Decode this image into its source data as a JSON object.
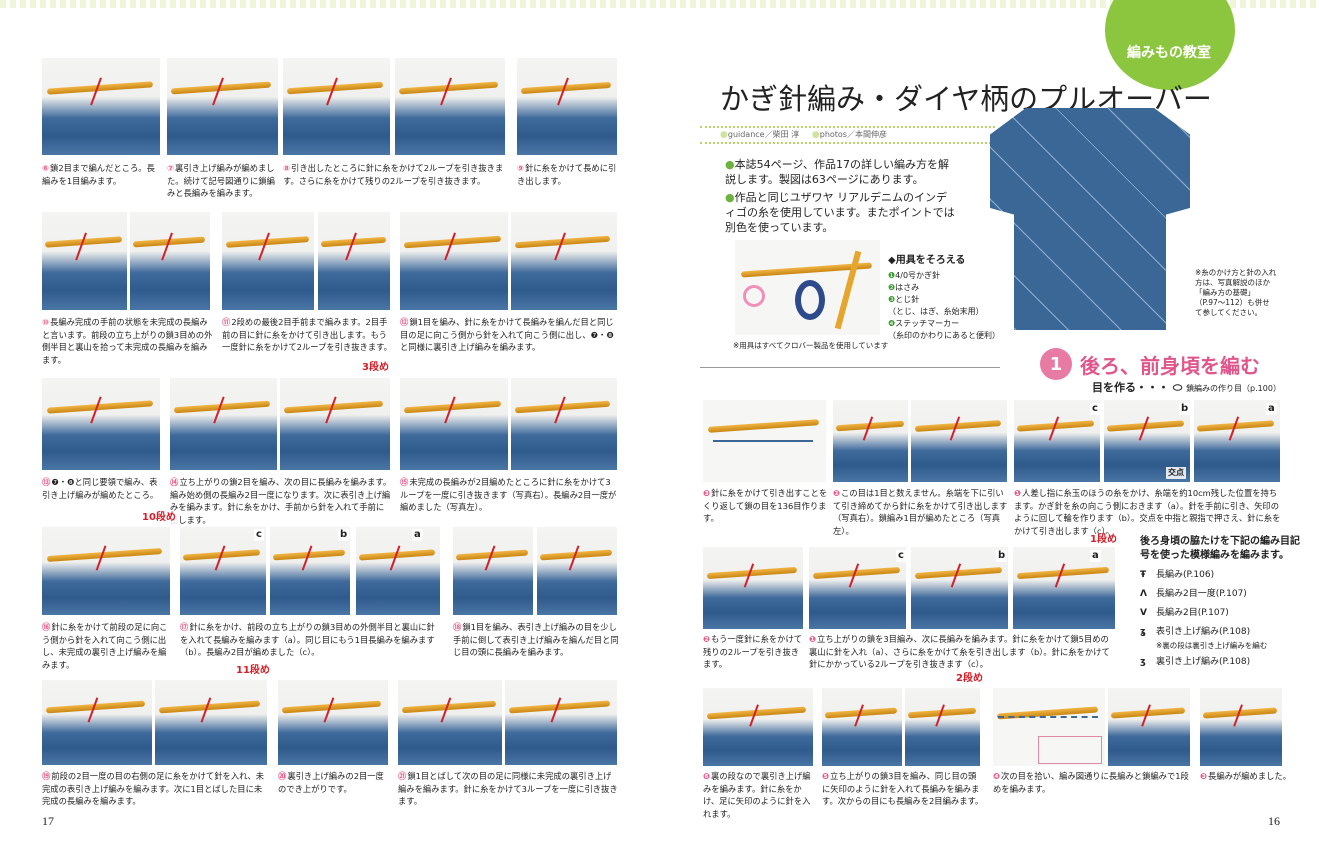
{
  "left_page": {
    "page_number": "17",
    "row_labels": {
      "r3": "3段め",
      "r10": "10段め",
      "r11": "11段め",
      "a": "a",
      "b": "b",
      "c": "c"
    },
    "captions": [
      {
        "n": "⑥",
        "text": "鎖2目まで編んだところ。長編みを1目編みます。"
      },
      {
        "n": "⑦",
        "text": "裏引き上げ編みが編めました。続けて記号図通りに鎖編みと長編みを編みます。"
      },
      {
        "n": "⑧",
        "text": "引き出したところに針に糸をかけて2ループを引き抜きます。さらに糸をかけて残りの2ループを引き抜きます。"
      },
      {
        "n": "⑨",
        "text": "針に糸をかけて長めに引き出します。"
      },
      {
        "n": "⑩",
        "text": "長編み完成の手前の状態を未完成の長編みと言います。前段の立ち上がりの鎖3目めの外側半目と裏山を拾って未完成の長編みを編みます。"
      },
      {
        "n": "⑪",
        "text": "2段めの最後2目手前まで編みます。2目手前の目に針に糸をかけて引き出します。もう一度針に糸をかけて2ループを引き抜きます。"
      },
      {
        "n": "⑫",
        "text": "鎖1目を編み、針に糸をかけて長編みを編んだ目と同じ目の足に向こう側から針を入れて向こう側に出し、❼・❽と同様に裏引き上げ編みを編みます。"
      },
      {
        "n": "⑬",
        "text": "❼・❽と同じ要領で編み、表引き上げ編みが編めたところ。"
      },
      {
        "n": "⑭",
        "text": "立ち上がりの鎖2目を編み、次の目に長編みを編みます。編み始め側の長編み2目一度になります。次に表引き上げ編みを編みます。針に糸をかけ、手前から針を入れて手前に出します。"
      },
      {
        "n": "⑮",
        "text": "未完成の長編みが2目編めたところに針に糸をかけて3ループを一度に引き抜きます（写真右）。長編み2目一度が編めました（写真左）。"
      },
      {
        "n": "⑯",
        "text": "針に糸をかけて前段の足に向こう側から針を入れて向こう側に出し、未完成の裏引き上げ編みを編みます。"
      },
      {
        "n": "⑰",
        "text": "針に糸をかけ、前段の立ち上がりの鎖3目めの外側半目と裏山に針を入れて長編みを編みます（a）。同じ目にもう1目長編みを編みます（b）。長編み2目が編めました（c）。"
      },
      {
        "n": "⑱",
        "text": "鎖1目を編み、表引き上げ編みの目を少し手前に倒して表引き上げ編みを編んだ目と同じ目の頭に長編みを編みます。"
      },
      {
        "n": "⑲",
        "text": "前段の2目一度の目の右側の足に糸をかけて針を入れ、未完成の表引き上げ編みを編みます。次に1目とばした目に未完成の長編みを編みます。"
      },
      {
        "n": "⑳",
        "text": "裏引き上げ編みの2目一度のでき上がりです。"
      },
      {
        "n": "㉑",
        "text": "鎖1目とばして次の目の足に同様に未完成の裏引き上げ編みを編みます。針に糸をかけて3ループを一度に引き抜きます。"
      }
    ]
  },
  "right_page": {
    "page_number": "16",
    "tab": "編みもの教室",
    "title": "かぎ針編み・ダイヤ柄のプルオーバー",
    "credits": {
      "guidance": "guidance／柴田 淳",
      "photos": "photos／本間伸彦"
    },
    "bullets": [
      "本誌54ページ、作品17の詳しい編み方を解説します。製図は63ページにあります。",
      "作品と同じユザワヤ リアルデニムのインディゴの糸を使用しています。またポイントでは別色を使っています。"
    ],
    "tools": {
      "heading": "◆用具をそろえる",
      "items": [
        {
          "n": "❶",
          "text": "4/0号かぎ針"
        },
        {
          "n": "❷",
          "text": "はさみ"
        },
        {
          "n": "❸",
          "text": "とじ針",
          "sub": "（とじ、はぎ、糸始末用）"
        },
        {
          "n": "❹",
          "text": "ステッチマーカー",
          "sub": "（糸印のかわりにあると便利）"
        }
      ],
      "note": "※用具はすべてクロバー製品を使用しています"
    },
    "sweater_note": "※糸のかけ方と針の入れ方は、写真解説のほか「編み方の基礎」（P.97〜112）も併せて参してください。",
    "section": {
      "number": "1",
      "title": "後ろ、前身頃を編む",
      "subtitle": "目を作る・・・",
      "subtitle_ref": "鎖編みの作り目（p.100）"
    },
    "row_labels": {
      "r1": "1段め",
      "r2": "2段め",
      "a": "a",
      "b": "b",
      "c": "c",
      "cross": "交点"
    },
    "captions": [
      {
        "n": "❸",
        "text": "針に糸をかけて引き出すことをくり返して鎖の目を136目作ります。"
      },
      {
        "n": "❷",
        "text": "この目は1目と数えません。糸端を下に引いて引き締めてから針に糸をかけて引き出します（写真右）。鎖編み1目が編めたところ（写真左）。"
      },
      {
        "n": "❶",
        "text": "人差し指に糸玉のほうの糸をかけ、糸端を約10cm残した位置を持ちます。かぎ針を糸の向こう側におきます（a）。針を手前に引き、矢印のように回して輪を作ります（b）。交点を中指と親指で押さえ、針に糸をかけて引き出します（c）。"
      },
      {
        "n": "❷",
        "text": "もう一度針に糸をかけて残りの2ループを引き抜きます。"
      },
      {
        "n": "❶",
        "text": "立ち上がりの鎖を3目編み、次に長編みを編みます。針に糸をかけて鎖5目めの裏山に針を入れ（a）、さらに糸をかけて糸を引き出します（b）。針に糸をかけて針にかかっている2ループを引き抜きます（c）。"
      },
      {
        "n": "❻",
        "text": "裏の段なので裏引き上げ編みを編みます。針に糸をかけ、足に矢印のように針を入れます。"
      },
      {
        "n": "❺",
        "text": "立ち上がりの鎖3目を編み、同じ目の頭に矢印のように針を入れて長編みを編みます。次からの目にも長編みを2目編みます。"
      },
      {
        "n": "❹",
        "text": "次の目を拾い、編み図通りに長編みと鎖編みで1段めを編みます。"
      },
      {
        "n": "❸",
        "text": "長編みが編めました。"
      }
    ],
    "legend": {
      "heading": "後ろ身頃の脇たけを下記の編み目記号を使った模様編みを編みます。",
      "items": [
        {
          "sym": "Ŧ",
          "text": "長編み(P.106)"
        },
        {
          "sym": "Ʌ",
          "text": "長編み2目一度(P.107)"
        },
        {
          "sym": "V",
          "text": "長編み2目(P.107)"
        },
        {
          "sym": "ʓ",
          "text": "表引き上げ編み(P.108)",
          "sub": "※裏の段は裏引き上げ編みを編む"
        },
        {
          "sym": "ʒ",
          "text": "裏引き上げ編み(P.108)"
        }
      ]
    }
  },
  "colors": {
    "accent_green": "#8cc63f",
    "accent_pink": "#e0558b",
    "yarn_blue": "#3b6796",
    "hook_gold": "#e6a52c"
  }
}
